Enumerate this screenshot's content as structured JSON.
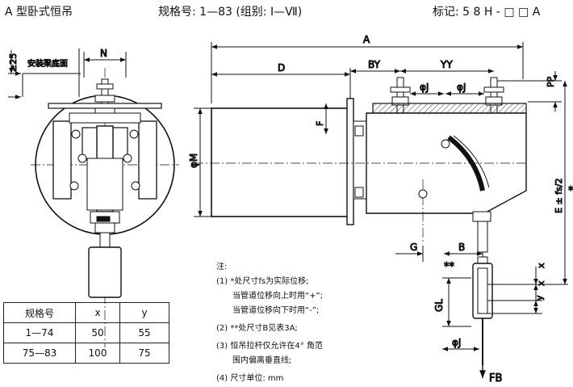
{
  "header": {
    "title": "A 型卧式恒吊",
    "spec": "规格号: 1—83  (组别: Ⅰ—Ⅶ)",
    "mark": "标记: 5 8 H - □ □ A"
  },
  "labels": {
    "ge25": "≥25",
    "mount_face": "安装梁底面",
    "N": "N",
    "A": "A",
    "D": "D",
    "BY": "BY",
    "YY": "YY",
    "phiJ_top1": "φJ",
    "phiJ_top2": "φJ",
    "PP": "PP",
    "F": "F",
    "phiM": "φM",
    "E_fs": "E ± fs/2",
    "star": "*",
    "G": "G",
    "B": "B",
    "dstar": "**",
    "x1": "x",
    "x2": "x",
    "y": "y",
    "GL": "GL",
    "phiJ_bottom": "φJ",
    "FB": "FB"
  },
  "notes": {
    "title": "注:",
    "n1a": "(1) *处尺寸fs为实际位移;",
    "n1b": "当管道位移向上时用“+”;",
    "n1c": "当管道位移向下时用“-”;",
    "n2": "(2) **处尺寸B见表3A;",
    "n3a": "(3) 恒吊拉杆仅允许在4° 角范",
    "n3b": "围内偏离垂直线;",
    "n4": "(4) 尺寸单位: mm"
  },
  "table": {
    "header": [
      "规格号",
      "x",
      "y"
    ],
    "rows": [
      [
        "1—74",
        "50",
        "55"
      ],
      [
        "75—83",
        "100",
        "75"
      ]
    ]
  }
}
